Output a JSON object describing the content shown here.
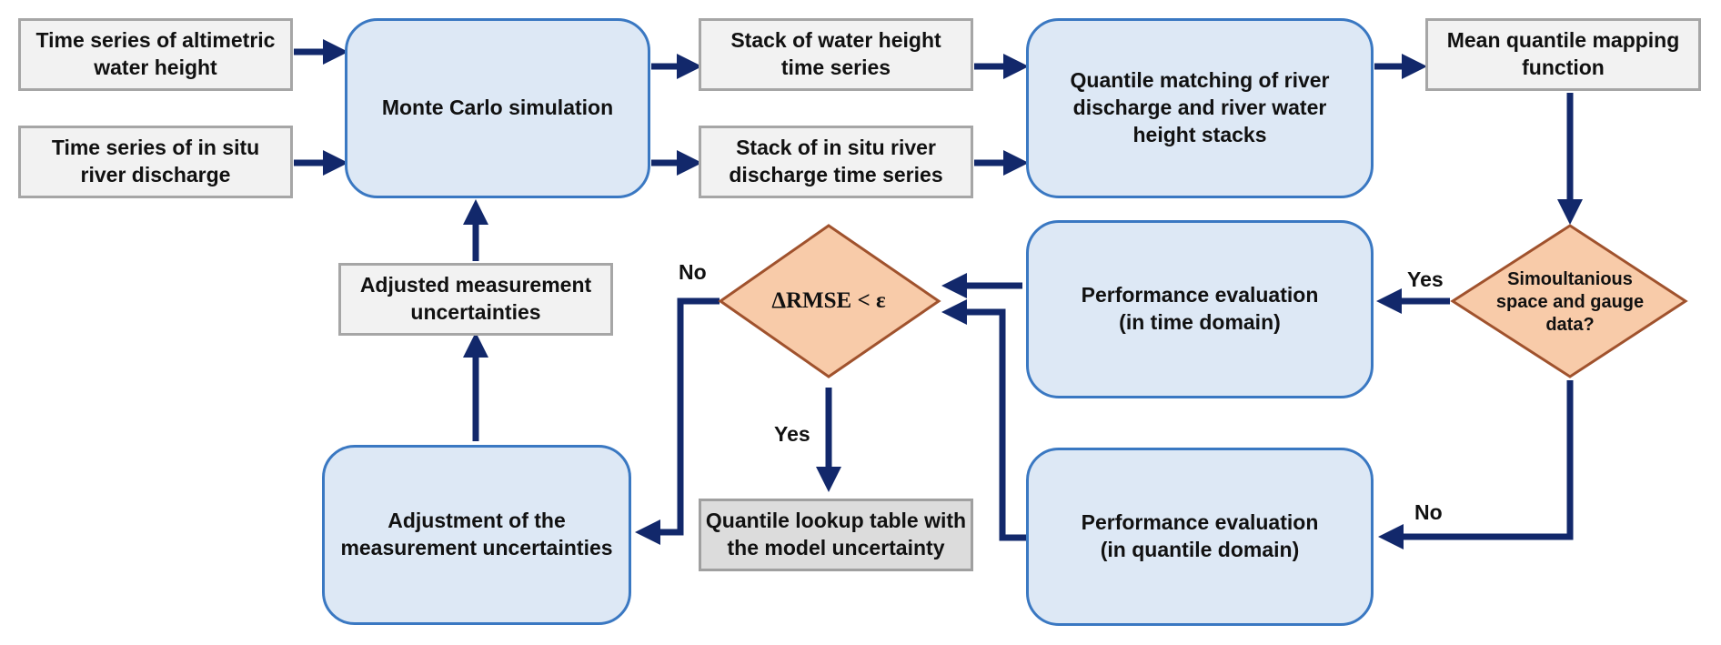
{
  "diagram": {
    "nodes": {
      "altimetric": "Time series of altimetric\nwater height",
      "insitu": "Time series of in situ\nriver discharge",
      "monte_carlo": "Monte Carlo simulation",
      "stack_wh": "Stack of water height\ntime series",
      "stack_q": "Stack of in situ river\ndischarge time series",
      "quantile_matching": "Quantile matching of river\ndischarge and river water\nheight stacks",
      "mean_qmf": "Mean quantile mapping\nfunction",
      "simultaneous": "Simoultanious\nspace and gauge\ndata?",
      "perf_time": "Performance evaluation\n(in time domain)",
      "perf_quantile": "Performance evaluation\n(in quantile domain)",
      "rmse_check": "ΔRMSE < ε",
      "lookup_table": "Quantile lookup table with\nthe model uncertainty",
      "adjustment": "Adjustment of the\nmeasurement uncertainties",
      "adjusted": "Adjusted measurement\nuncertainties"
    },
    "edge_labels": {
      "yes_time": "Yes",
      "no_quantile": "No",
      "no_adjust": "No",
      "yes_lookup": "Yes"
    },
    "colors": {
      "arrow": "#12286b",
      "rounded_fill": "#dde8f5",
      "rounded_border": "#3a78c2",
      "box_fill": "#f2f2f2",
      "box_border": "#a6a6a6",
      "diamond_fill": "#f8cba9",
      "diamond_border": "#a0522d"
    }
  }
}
